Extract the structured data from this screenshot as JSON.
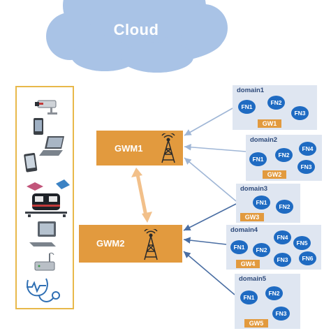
{
  "cloud": {
    "label": "Cloud"
  },
  "gateways": {
    "gwm1": {
      "label": "GWM1"
    },
    "gwm2": {
      "label": "GWM2"
    }
  },
  "domains": [
    {
      "title": "domain1",
      "gw": "GW1",
      "nodes": [
        "FN1",
        "FN2",
        "FN3"
      ]
    },
    {
      "title": "domain2",
      "gw": "GW2",
      "nodes": [
        "FN1",
        "FN2",
        "FN4",
        "FN3"
      ]
    },
    {
      "title": "domain3",
      "gw": "GW3",
      "nodes": [
        "FN1",
        "FN2"
      ]
    },
    {
      "title": "domain4",
      "gw": "GW4",
      "nodes": [
        "FN1",
        "FN2",
        "FN4",
        "FN5",
        "FN3",
        "FN6"
      ]
    },
    {
      "title": "domain5",
      "gw": "GW5",
      "nodes": [
        "FN1",
        "FN2",
        "FN3"
      ]
    }
  ],
  "devices": [
    "camera-icon",
    "smartphone-icon",
    "tablet-icon",
    "laptop-icon",
    "drone-icon",
    "train-icon",
    "monitor-icon",
    "router-icon",
    "stethoscope-icon"
  ],
  "colors": {
    "cloud": "#a9c3e6",
    "gateway": "#e29a3e",
    "node": "#1f6bc2",
    "domain_bg": "#dfe6f1",
    "panel_border": "#e8b84a"
  }
}
